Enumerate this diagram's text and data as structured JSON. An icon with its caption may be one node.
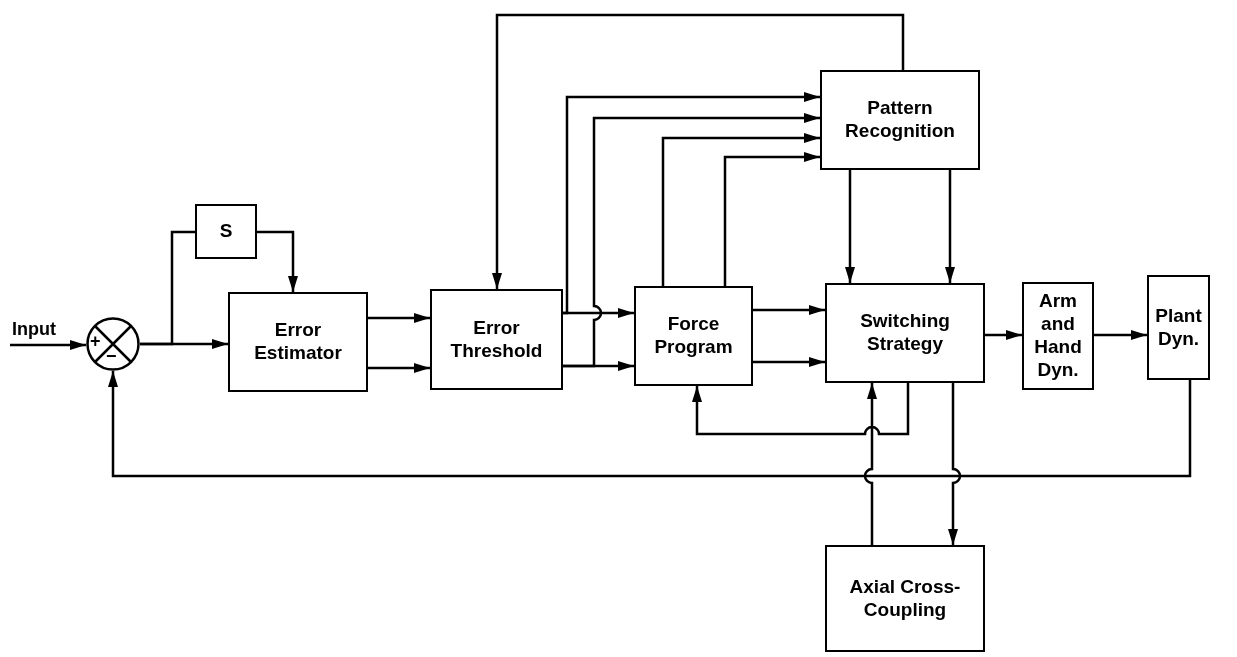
{
  "diagram": {
    "nodes": [
      {
        "text": [
          "+",
          "−"
        ]
      },
      {
        "text": [
          "S"
        ]
      },
      {
        "text": [
          "Error Estimator"
        ]
      },
      {
        "text": [
          "Error Threshold"
        ]
      },
      {
        "text": [
          "Force Program"
        ]
      },
      {
        "text": [
          "Pattern Recognition"
        ]
      },
      {
        "text": [
          "Switching Strategy"
        ]
      },
      {
        "text": [
          "Arm and Hand Dyn."
        ]
      },
      {
        "text": [
          "Plant Dyn."
        ]
      },
      {
        "text": [
          "Axial Cross- Coupling"
        ]
      }
    ],
    "edges": [
      {
        "from": null,
        "to": 0,
        "arrow": "to",
        "label": "Input"
      },
      {
        "from": 0,
        "to": 2,
        "arrow": "to"
      },
      {
        "from": 0,
        "to": 1,
        "arrow": "none"
      },
      {
        "from": 1,
        "to": 2,
        "arrow": "to"
      },
      {
        "from": 2,
        "to": 3,
        "arrow": "to"
      },
      {
        "from": 2,
        "to": 3,
        "arrow": "to"
      },
      {
        "from": 3,
        "to": 4,
        "arrow": "to"
      },
      {
        "from": 3,
        "to": 4,
        "arrow": "to"
      },
      {
        "from": 3,
        "to": 5,
        "arrow": "to"
      },
      {
        "from": 3,
        "to": 5,
        "arrow": "to"
      },
      {
        "from": 4,
        "to": 5,
        "arrow": "to"
      },
      {
        "from": 4,
        "to": 5,
        "arrow": "to"
      },
      {
        "from": 5,
        "to": 3,
        "arrow": "to"
      },
      {
        "from": 5,
        "to": 6,
        "arrow": "to"
      },
      {
        "from": 5,
        "to": 6,
        "arrow": "to"
      },
      {
        "from": 4,
        "to": 6,
        "arrow": "to"
      },
      {
        "from": 4,
        "to": 6,
        "arrow": "to"
      },
      {
        "from": 6,
        "to": 7,
        "arrow": "to"
      },
      {
        "from": 7,
        "to": 8,
        "arrow": "to"
      },
      {
        "from": 8,
        "to": 0,
        "arrow": "to"
      },
      {
        "from": 6,
        "to": 4,
        "arrow": "to"
      },
      {
        "from": 9,
        "to": 6,
        "arrow": "to"
      },
      {
        "from": 6,
        "to": 9,
        "arrow": "to"
      }
    ]
  }
}
